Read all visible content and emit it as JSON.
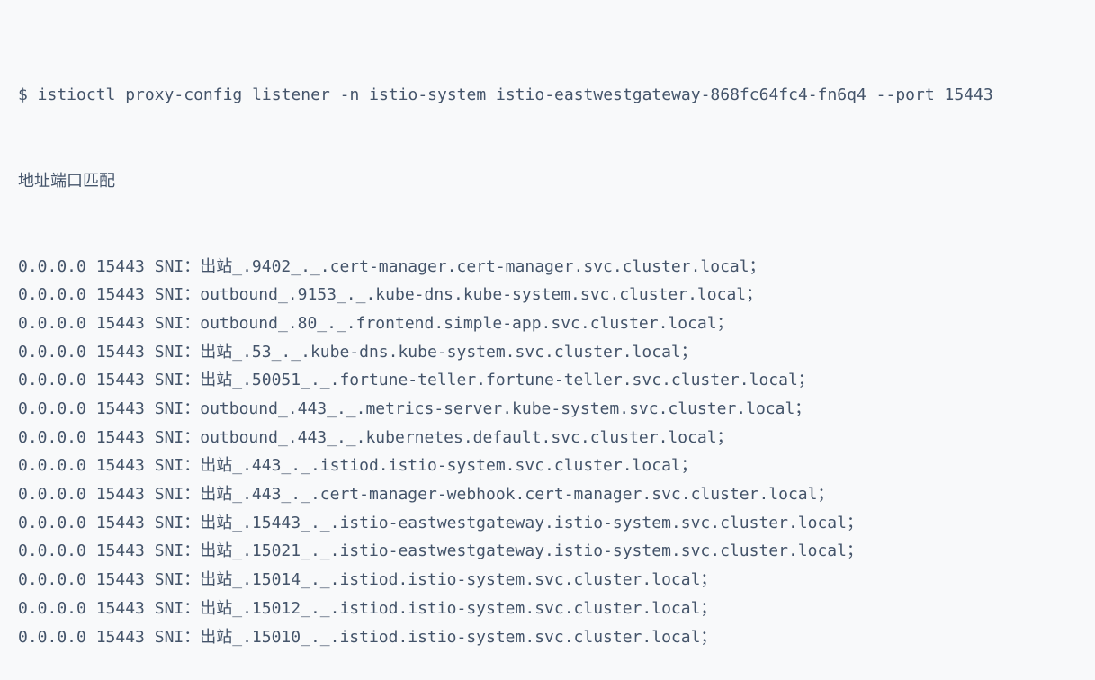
{
  "terminal": {
    "command": "$ istioctl proxy-config listener -n istio-system istio-eastwestgateway-868fc64fc4-fn6q4 --port 15443",
    "header": "地址端口匹配",
    "sni_label": "SNI",
    "colon": "：",
    "semicolon": "；",
    "rows": [
      {
        "address": "0.0.0.0",
        "port": "15443",
        "destination": "出站_.9402_._.cert-manager.cert-manager.svc.cluster.local"
      },
      {
        "address": "0.0.0.0",
        "port": "15443",
        "destination": "outbound_.9153_._.kube-dns.kube-system.svc.cluster.local"
      },
      {
        "address": "0.0.0.0",
        "port": "15443",
        "destination": "outbound_.80_._.frontend.simple-app.svc.cluster.local"
      },
      {
        "address": "0.0.0.0",
        "port": "15443",
        "destination": "出站_.53_._.kube-dns.kube-system.svc.cluster.local"
      },
      {
        "address": "0.0.0.0",
        "port": "15443",
        "destination": "出站_.50051_._.fortune-teller.fortune-teller.svc.cluster.local"
      },
      {
        "address": "0.0.0.0",
        "port": "15443",
        "destination": "outbound_.443_._.metrics-server.kube-system.svc.cluster.local"
      },
      {
        "address": "0.0.0.0",
        "port": "15443",
        "destination": "outbound_.443_._.kubernetes.default.svc.cluster.local"
      },
      {
        "address": "0.0.0.0",
        "port": "15443",
        "destination": "出站_.443_._.istiod.istio-system.svc.cluster.local"
      },
      {
        "address": "0.0.0.0",
        "port": "15443",
        "destination": "出站_.443_._.cert-manager-webhook.cert-manager.svc.cluster.local"
      },
      {
        "address": "0.0.0.0",
        "port": "15443",
        "destination": "出站_.15443_._.istio-eastwestgateway.istio-system.svc.cluster.local"
      },
      {
        "address": "0.0.0.0",
        "port": "15443",
        "destination": "出站_.15021_._.istio-eastwestgateway.istio-system.svc.cluster.local"
      },
      {
        "address": "0.0.0.0",
        "port": "15443",
        "destination": "出站_.15014_._.istiod.istio-system.svc.cluster.local"
      },
      {
        "address": "0.0.0.0",
        "port": "15443",
        "destination": "出站_.15012_._.istiod.istio-system.svc.cluster.local"
      },
      {
        "address": "0.0.0.0",
        "port": "15443",
        "destination": "出站_.15010_._.istiod.istio-system.svc.cluster.local"
      }
    ]
  }
}
